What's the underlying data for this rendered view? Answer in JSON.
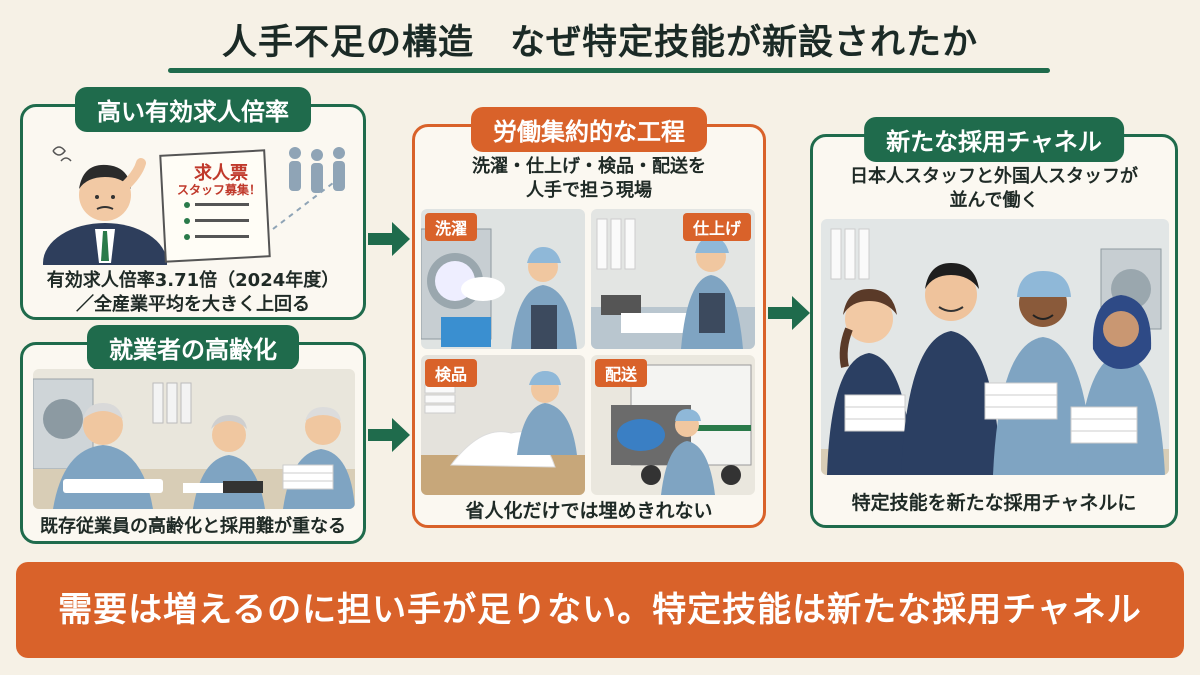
{
  "title": "人手不足の構造　なぜ特定技能が新設されたか",
  "panels": {
    "job_ratio": {
      "tag": "高い有効求人倍率",
      "caption_line1": "有効求人倍率3.71倍（2024年度）",
      "caption_line2": "／全産業平均を大きく上回る",
      "poster_title": "求人票",
      "poster_subtitle": "スタッフ募集！"
    },
    "aging": {
      "tag": "就業者の高齢化",
      "caption": "既存従業員の高齢化と採用難が重なる"
    },
    "labor": {
      "tag": "労働集約的な工程",
      "intro_line1": "洗濯・仕上げ・検品・配送を",
      "intro_line2": "人手で担う現場",
      "steps": [
        "洗濯",
        "仕上げ",
        "検品",
        "配送"
      ],
      "caption": "省人化だけでは埋めきれない"
    },
    "channel": {
      "tag": "新たな採用チャネル",
      "intro_line1": "日本人スタッフと外国人スタッフが",
      "intro_line2": "並んで働く",
      "caption": "特定技能を新たな採用チャネルに"
    }
  },
  "banner": "需要は増えるのに担い手が足りない。特定技能は新たな採用チャネル",
  "colors": {
    "green": "#1f6b4c",
    "orange": "#d9622a",
    "background": "#f6f1e6"
  }
}
